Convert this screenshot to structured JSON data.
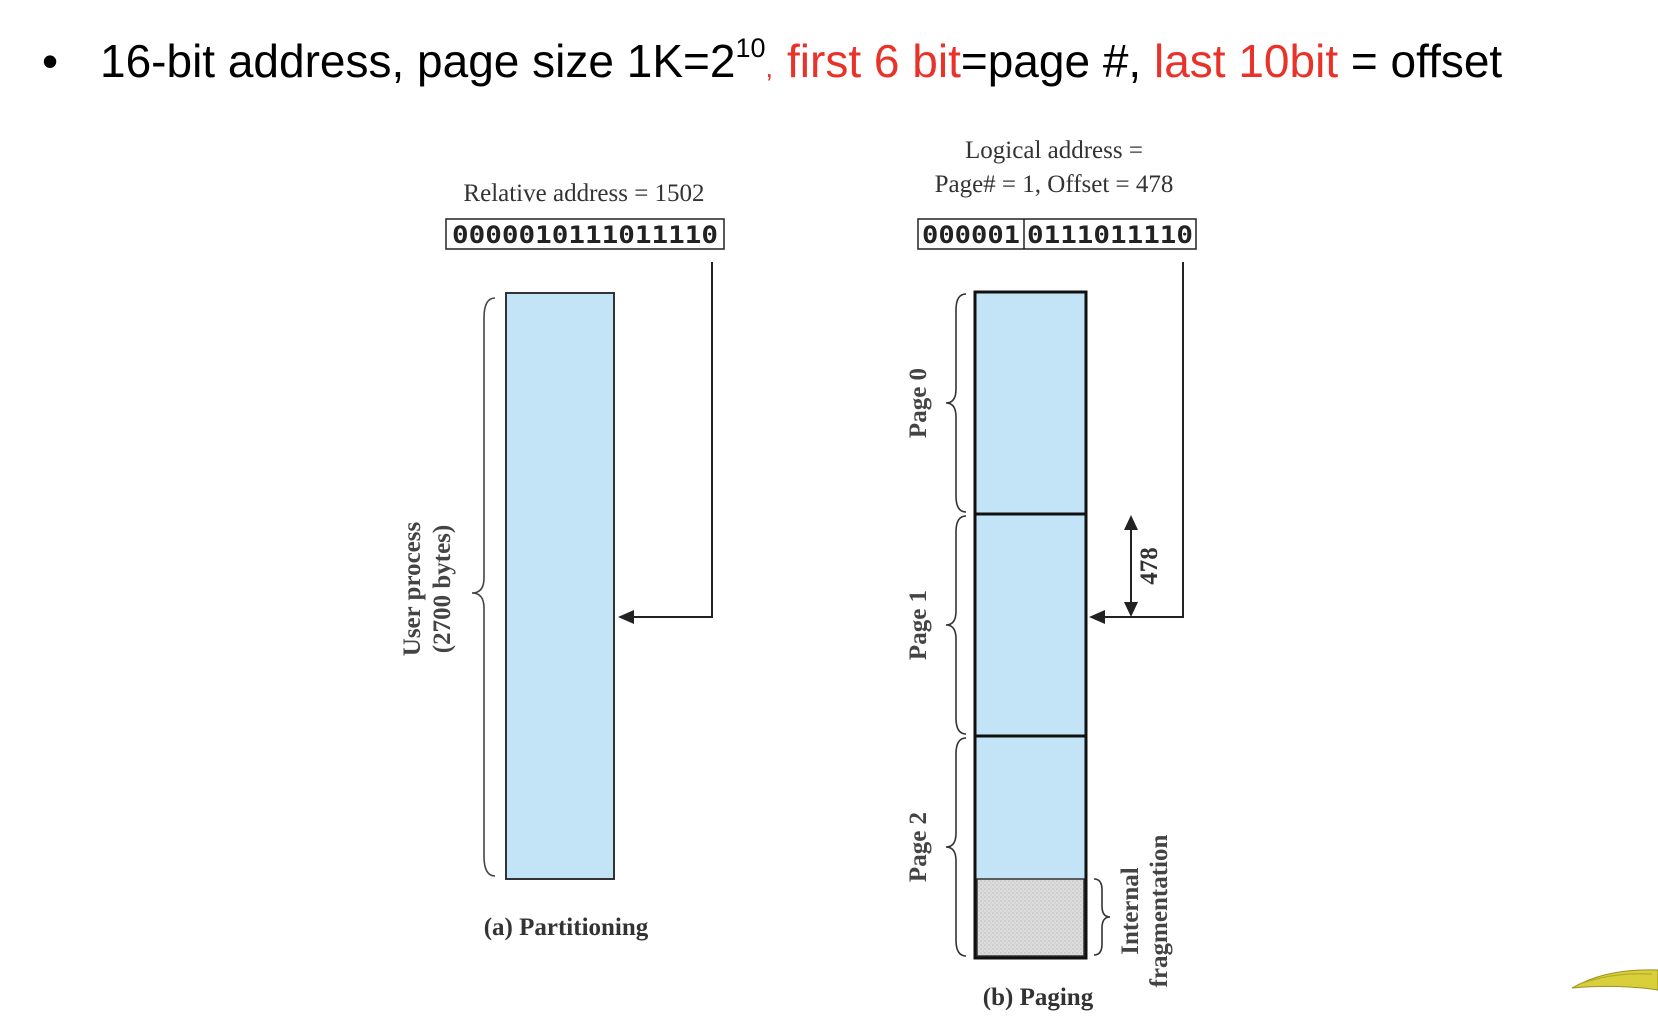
{
  "bullet": {
    "marker": "•",
    "part1": "16-bit address, page size 1K=2",
    "sup": "10",
    "sep": ",",
    "red1": "first 6 bit",
    "mid": "=page #, ",
    "red2": "last 10bit",
    "end": " = offset",
    "accent_color": "#e8332a"
  },
  "partitioning": {
    "address_label": "Relative address = 1502",
    "bits": "0000010111011110",
    "brace_label_line1": "User process",
    "brace_label_line2": "(2700 bytes)",
    "caption": "(a) Partitioning"
  },
  "paging": {
    "address_label_line1": "Logical address =",
    "address_label_line2": "Page# = 1, Offset = 478",
    "bits_page": "000001",
    "bits_offset": "0111011110",
    "pages": [
      "Page 0",
      "Page 1",
      "Page 2"
    ],
    "offset_marker": "478",
    "fragment_label_line1": "Internal",
    "fragment_label_line2": "fragmentation",
    "caption": "(b) Paging"
  },
  "colors": {
    "block_fill": "#c3e3f7",
    "fragment_fill": "#d4d4d4",
    "stroke": "#222222"
  }
}
